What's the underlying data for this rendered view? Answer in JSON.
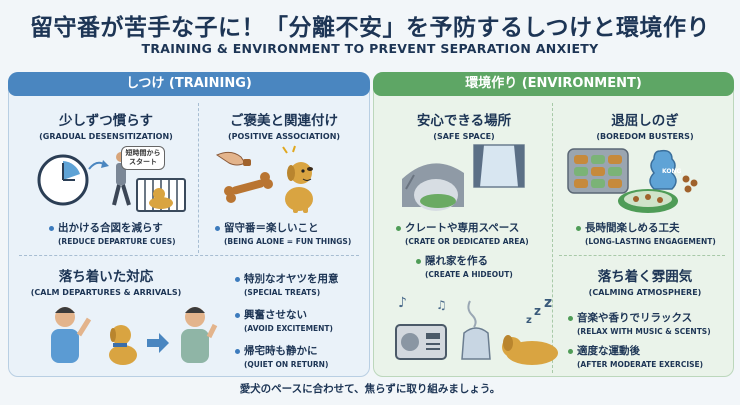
{
  "header": {
    "title": "留守番が苦手な子に！「分離不安」を予防するしつけと環境作り",
    "subtitle": "TRAINING & ENVIRONMENT TO PREVENT SEPARATION ANXIETY"
  },
  "training": {
    "tab": "しつけ (TRAINING)",
    "gradual": {
      "title": "少しずつ慣らす",
      "en": "(GRADUAL DESENSITIZATION)",
      "bubble": "短時間から スタート",
      "bullet": "出かける合図を減らす",
      "bullet_en": "(REDUCE DEPARTURE CUES)"
    },
    "positive": {
      "title": "ご褒美と関連付け",
      "en": "(POSITIVE ASSOCIATION)",
      "bullet": "留守番＝楽しいこと",
      "bullet_en": "(BEING ALONE = FUN THINGS)"
    },
    "calm": {
      "title": "落ち着いた対応",
      "en": "(CALM DEPARTURES & ARRIVALS)",
      "bullets": [
        {
          "ja": "特別なオヤツを用意",
          "en": "(SPECIAL TREATS)"
        },
        {
          "ja": "興奮させない",
          "en": "(AVOID EXCITEMENT)"
        },
        {
          "ja": "帰宅時も静かに",
          "en": "(QUIET ON RETURN)"
        }
      ]
    }
  },
  "environment": {
    "tab": "環境作り (ENVIRONMENT)",
    "safe": {
      "title": "安心できる場所",
      "en": "(SAFE SPACE)",
      "bullets": [
        {
          "ja": "クレートや専用スペース",
          "en": "(CRATE OR DEDICATED AREA)"
        },
        {
          "ja": "隠れ家を作る",
          "en": "(CREATE A HIDEOUT)"
        }
      ]
    },
    "boredom": {
      "title": "退屈しのぎ",
      "en": "(BOREDOM BUSTERS)",
      "toy_label": "KONG",
      "bullet": "長時間楽しめる工夫",
      "bullet_en": "(LONG-LASTING ENGAGEMENT)"
    },
    "atmosphere": {
      "title": "落ち着く雰囲気",
      "en": "(CALMING ATMOSPHERE)",
      "bullets": [
        {
          "ja": "音楽や香りでリラックス",
          "en": "(RELAX WITH MUSIC & SCENTS)"
        },
        {
          "ja": "適度な運動後",
          "en": "(AFTER MODERATE EXERCISE)"
        }
      ]
    }
  },
  "footer": "愛犬のペースに合わせて、焦らずに取り組みましょう。",
  "colors": {
    "blue": "#4a86c0",
    "green": "#5ea665",
    "navy": "#1d3555",
    "dog": "#d9a441"
  }
}
